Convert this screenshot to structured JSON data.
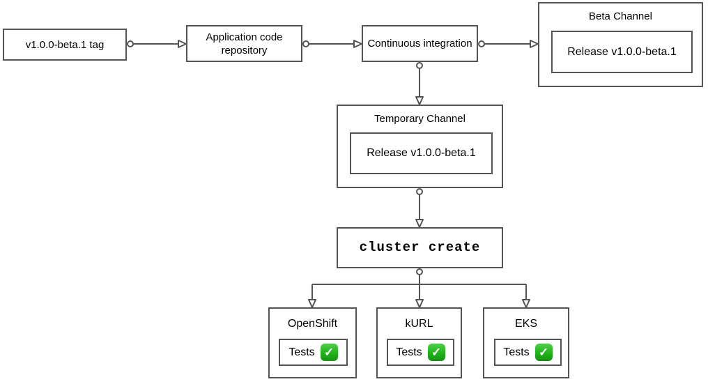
{
  "diagram": {
    "nodes": {
      "tag": {
        "label": "v1.0.0-beta.1 tag"
      },
      "repo": {
        "label": "Application code repository"
      },
      "ci": {
        "label": "Continuous integration"
      },
      "beta_channel": {
        "title": "Beta Channel",
        "release": "Release v1.0.0-beta.1"
      },
      "temporary_channel": {
        "title": "Temporary Channel",
        "release": "Release v1.0.0-beta.1"
      },
      "cluster_create": {
        "label": "cluster create"
      },
      "clusters": [
        {
          "title": "OpenShift",
          "tests_label": "Tests",
          "status_icon": "check-mark-button",
          "status_glyph": "✓"
        },
        {
          "title": "kURL",
          "tests_label": "Tests",
          "status_icon": "check-mark-button",
          "status_glyph": "✓"
        },
        {
          "title": "EKS",
          "tests_label": "Tests",
          "status_icon": "check-mark-button",
          "status_glyph": "✓"
        }
      ]
    },
    "colors": {
      "background": "#ffffff",
      "border": "#545454",
      "connector": "#545454",
      "text": "#000000",
      "check_green": "#21b31a",
      "check_glyph_color": "#ffffff"
    }
  }
}
